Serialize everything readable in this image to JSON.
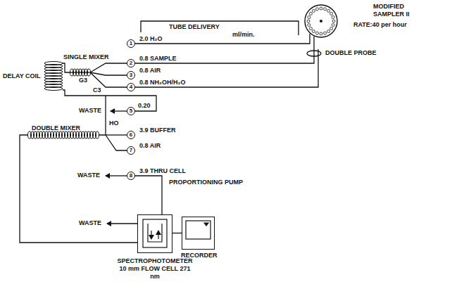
{
  "diagram": {
    "nodes": [
      {
        "text": [
          "MODIFIED SAMPLER II",
          "RATE:40 per hour"
        ]
      },
      {
        "text": [
          "1"
        ]
      },
      {
        "text": [
          "2"
        ]
      },
      {
        "text": [
          "3"
        ]
      },
      {
        "text": [
          "4"
        ]
      },
      {
        "text": [
          "5"
        ]
      },
      {
        "text": [
          "6"
        ]
      },
      {
        "text": [
          "7"
        ]
      },
      {
        "text": [
          "8"
        ]
      },
      {
        "text": [
          "SPECTROPHOTOMETER 10 mm FLOW CELL 271 nm"
        ]
      },
      {
        "text": [
          "RECORDER"
        ]
      }
    ],
    "edges": [
      {
        "from": 0,
        "to": 1,
        "arrow": "none"
      },
      {
        "from": 0,
        "to": 2,
        "arrow": "none"
      },
      {
        "from": 8,
        "to": 9,
        "arrow": "none"
      },
      {
        "from": 9,
        "to": 10,
        "arrow": "none"
      }
    ],
    "labels": [
      "TUBE DELIVERY",
      "ml/min.",
      "2.0 H₂O",
      "0.8 SAMPLE",
      "0.8 AIR",
      "0.8 NH₂OH/H₂O",
      "0.20",
      "3.9 BUFFER",
      "0.8 AIR",
      "3.9 THRU CELL",
      "DOUBLE PROBE",
      "SINGLE MIXER",
      "G3",
      "DELAY COIL",
      "C3",
      "WASTE",
      "HO",
      "DOUBLE MIXER",
      "WASTE",
      "PROPORTIONING PUMP",
      "WASTE"
    ]
  }
}
